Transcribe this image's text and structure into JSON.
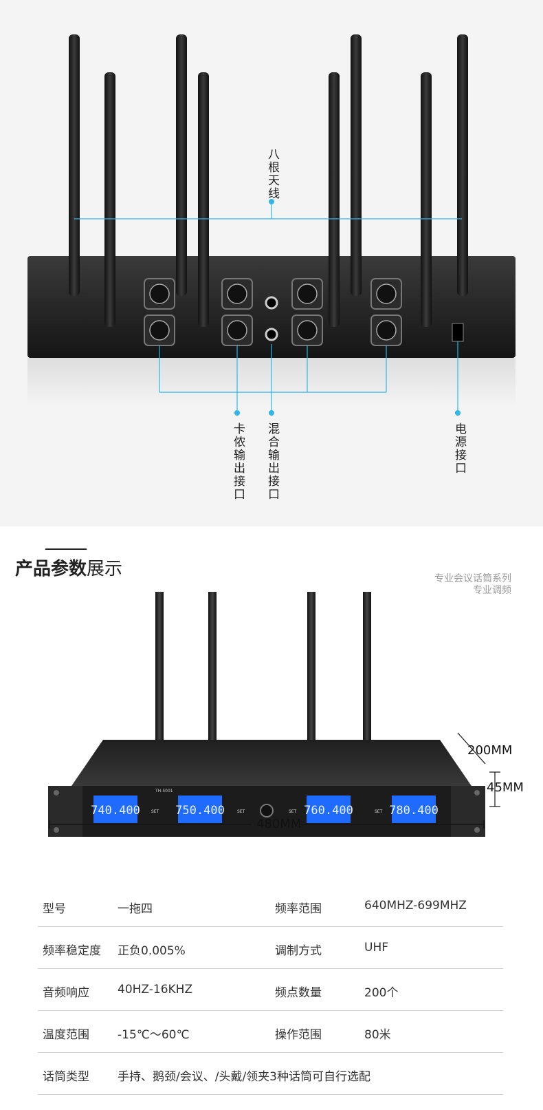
{
  "callouts": {
    "antenna": "八根天线",
    "xlr_output": "卡侬输出接口",
    "mix_output": "混合输出接口",
    "power": "电源接口"
  },
  "section": {
    "title_bold": "产品参数",
    "title_light": "展示"
  },
  "tagline": {
    "line1": "专业会议话筒系列",
    "line2": "专业调频"
  },
  "device": {
    "model_label": "TH-5001",
    "channels": [
      "740.400",
      "750.400",
      "760.400",
      "780.400"
    ],
    "set_label": "SET"
  },
  "dimensions": {
    "depth": "200MM",
    "height": "45MM",
    "width": "480MM"
  },
  "specs": [
    {
      "k1": "型号",
      "v1": "一拖四",
      "k2": "频率范围",
      "v2": "640MHZ-699MHZ"
    },
    {
      "k1": "频率稳定度",
      "v1": "正负0.005%",
      "k2": "调制方式",
      "v2": "UHF"
    },
    {
      "k1": "音频响应",
      "v1": "40HZ-16KHZ",
      "k2": "频点数量",
      "v2": "200个"
    },
    {
      "k1": "温度范围",
      "v1": "-15℃～60℃",
      "k2": "操作范围",
      "v2": "80米"
    },
    {
      "k1": "话筒类型",
      "v1": "手持、鹅颈/会议、/头戴/领夹3种话筒可自行选配",
      "k2": "",
      "v2": ""
    }
  ],
  "colors": {
    "accent": "#2fb6e6",
    "lcd": "#1f6bff",
    "device_body": "#1a1a1a"
  }
}
